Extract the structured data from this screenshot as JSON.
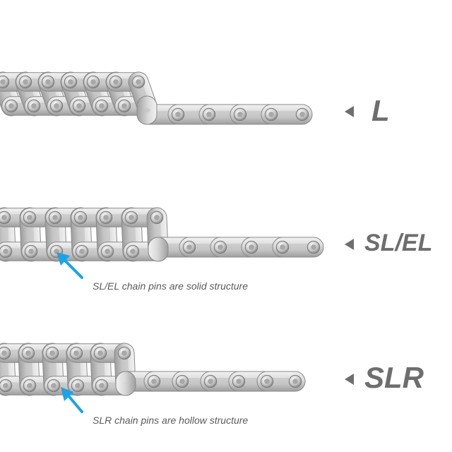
{
  "chains": [
    {
      "id": "l",
      "label": "L",
      "caption": ""
    },
    {
      "id": "sl",
      "label": "SL/EL",
      "caption": "SL/EL chain pins are solid structure"
    },
    {
      "id": "slr",
      "label": "SLR",
      "caption": "SLR chain pins are hollow structure"
    }
  ],
  "colors": {
    "plate_light": "#e9e9e9",
    "plate_dark": "#9c9c9c",
    "pin": "#cfcfcf",
    "label": "#6e6e6e",
    "pointer_arrow": "#1aa3e8"
  },
  "icons": {
    "marker": "triangle-left-icon",
    "pointer": "arrow-up-left-icon"
  }
}
